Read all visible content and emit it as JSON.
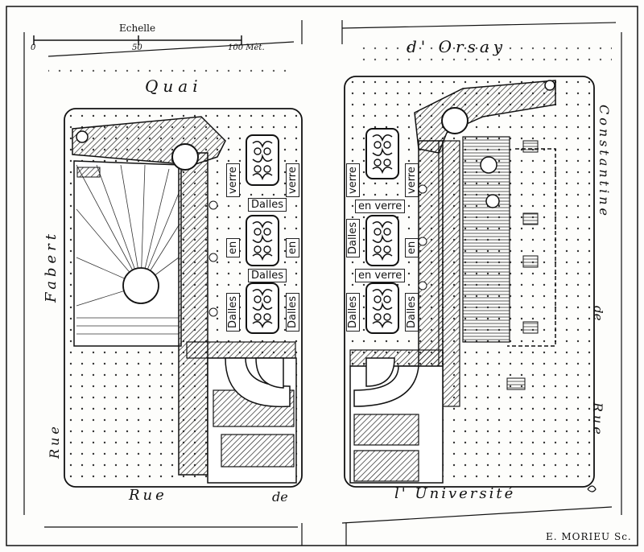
{
  "scale": {
    "title": "Echelle",
    "ticks": [
      "0",
      "50",
      "100 Mèt."
    ]
  },
  "streets": {
    "quai_1": "Quai",
    "quai_2": "d' Orsay",
    "rue_fabert_1": "Rue",
    "rue_fabert_2": "Fabert",
    "rue_universite_1": "Rue",
    "rue_universite_2": "de",
    "rue_universite_3": "l' Université",
    "rue_constantine_1": "Rue",
    "rue_constantine_2": "de",
    "rue_constantine_3": "Constantine"
  },
  "labels": {
    "dalles": "Dalles",
    "en": "en",
    "verre": "verre",
    "en_verre": "en verre"
  },
  "engraver": "E. MORIEU Sc.",
  "colors": {
    "ink": "#111111",
    "paper": "#fdfdfb"
  }
}
